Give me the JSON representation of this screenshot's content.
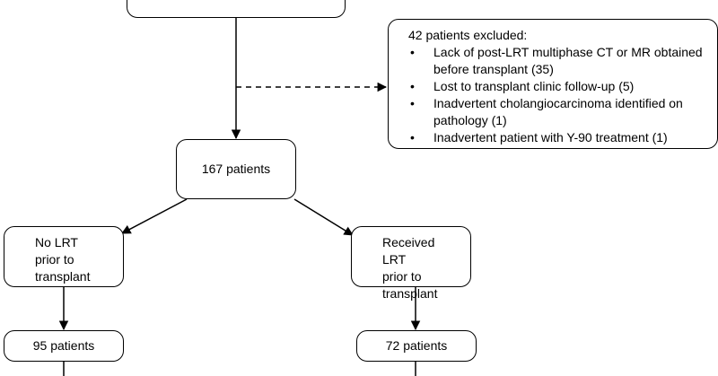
{
  "exclusion": {
    "heading": "42 patients excluded:",
    "items": [
      {
        "line1": "Lack of post-LRT multiphase CT or MR obtained",
        "line2": "before transplant (35)"
      },
      {
        "line1": "Lost to transplant clinic follow-up (5)",
        "line2": ""
      },
      {
        "line1": "Inadvertent cholangiocarcinoma identified on",
        "line2": "pathology (1)"
      },
      {
        "line1": "Inadvertent patient with Y-90 treatment (1)",
        "line2": ""
      }
    ]
  },
  "included": {
    "label": "167 patients"
  },
  "no_lrt": {
    "line1": "No LRT",
    "line2": "prior to",
    "line3": "transplant"
  },
  "received_lrt": {
    "line1": "Received LRT",
    "line2": "prior to",
    "line3": "transplant"
  },
  "no_lrt_count": {
    "label": "95 patients"
  },
  "lrt_count": {
    "label": "72 patients"
  },
  "colors": {
    "stroke": "#000000",
    "background": "#ffffff"
  }
}
